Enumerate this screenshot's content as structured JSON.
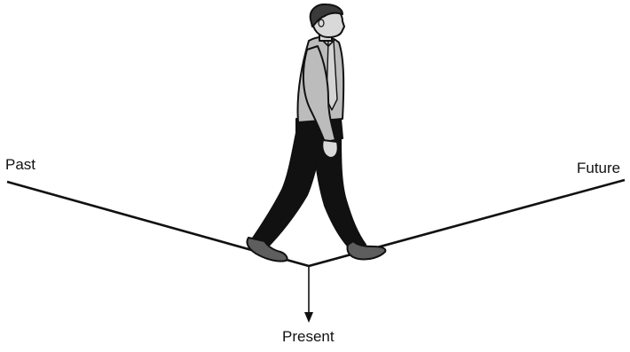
{
  "labels": {
    "past": "Past",
    "future": "Future",
    "present": "Present"
  },
  "figure": {
    "subject": "man-walking-icon"
  },
  "colors": {
    "line": "#111111",
    "shirt": "#bcbcbc",
    "trousers": "#111111",
    "skin": "#d9d9d9",
    "hair": "#3a3a3a"
  }
}
